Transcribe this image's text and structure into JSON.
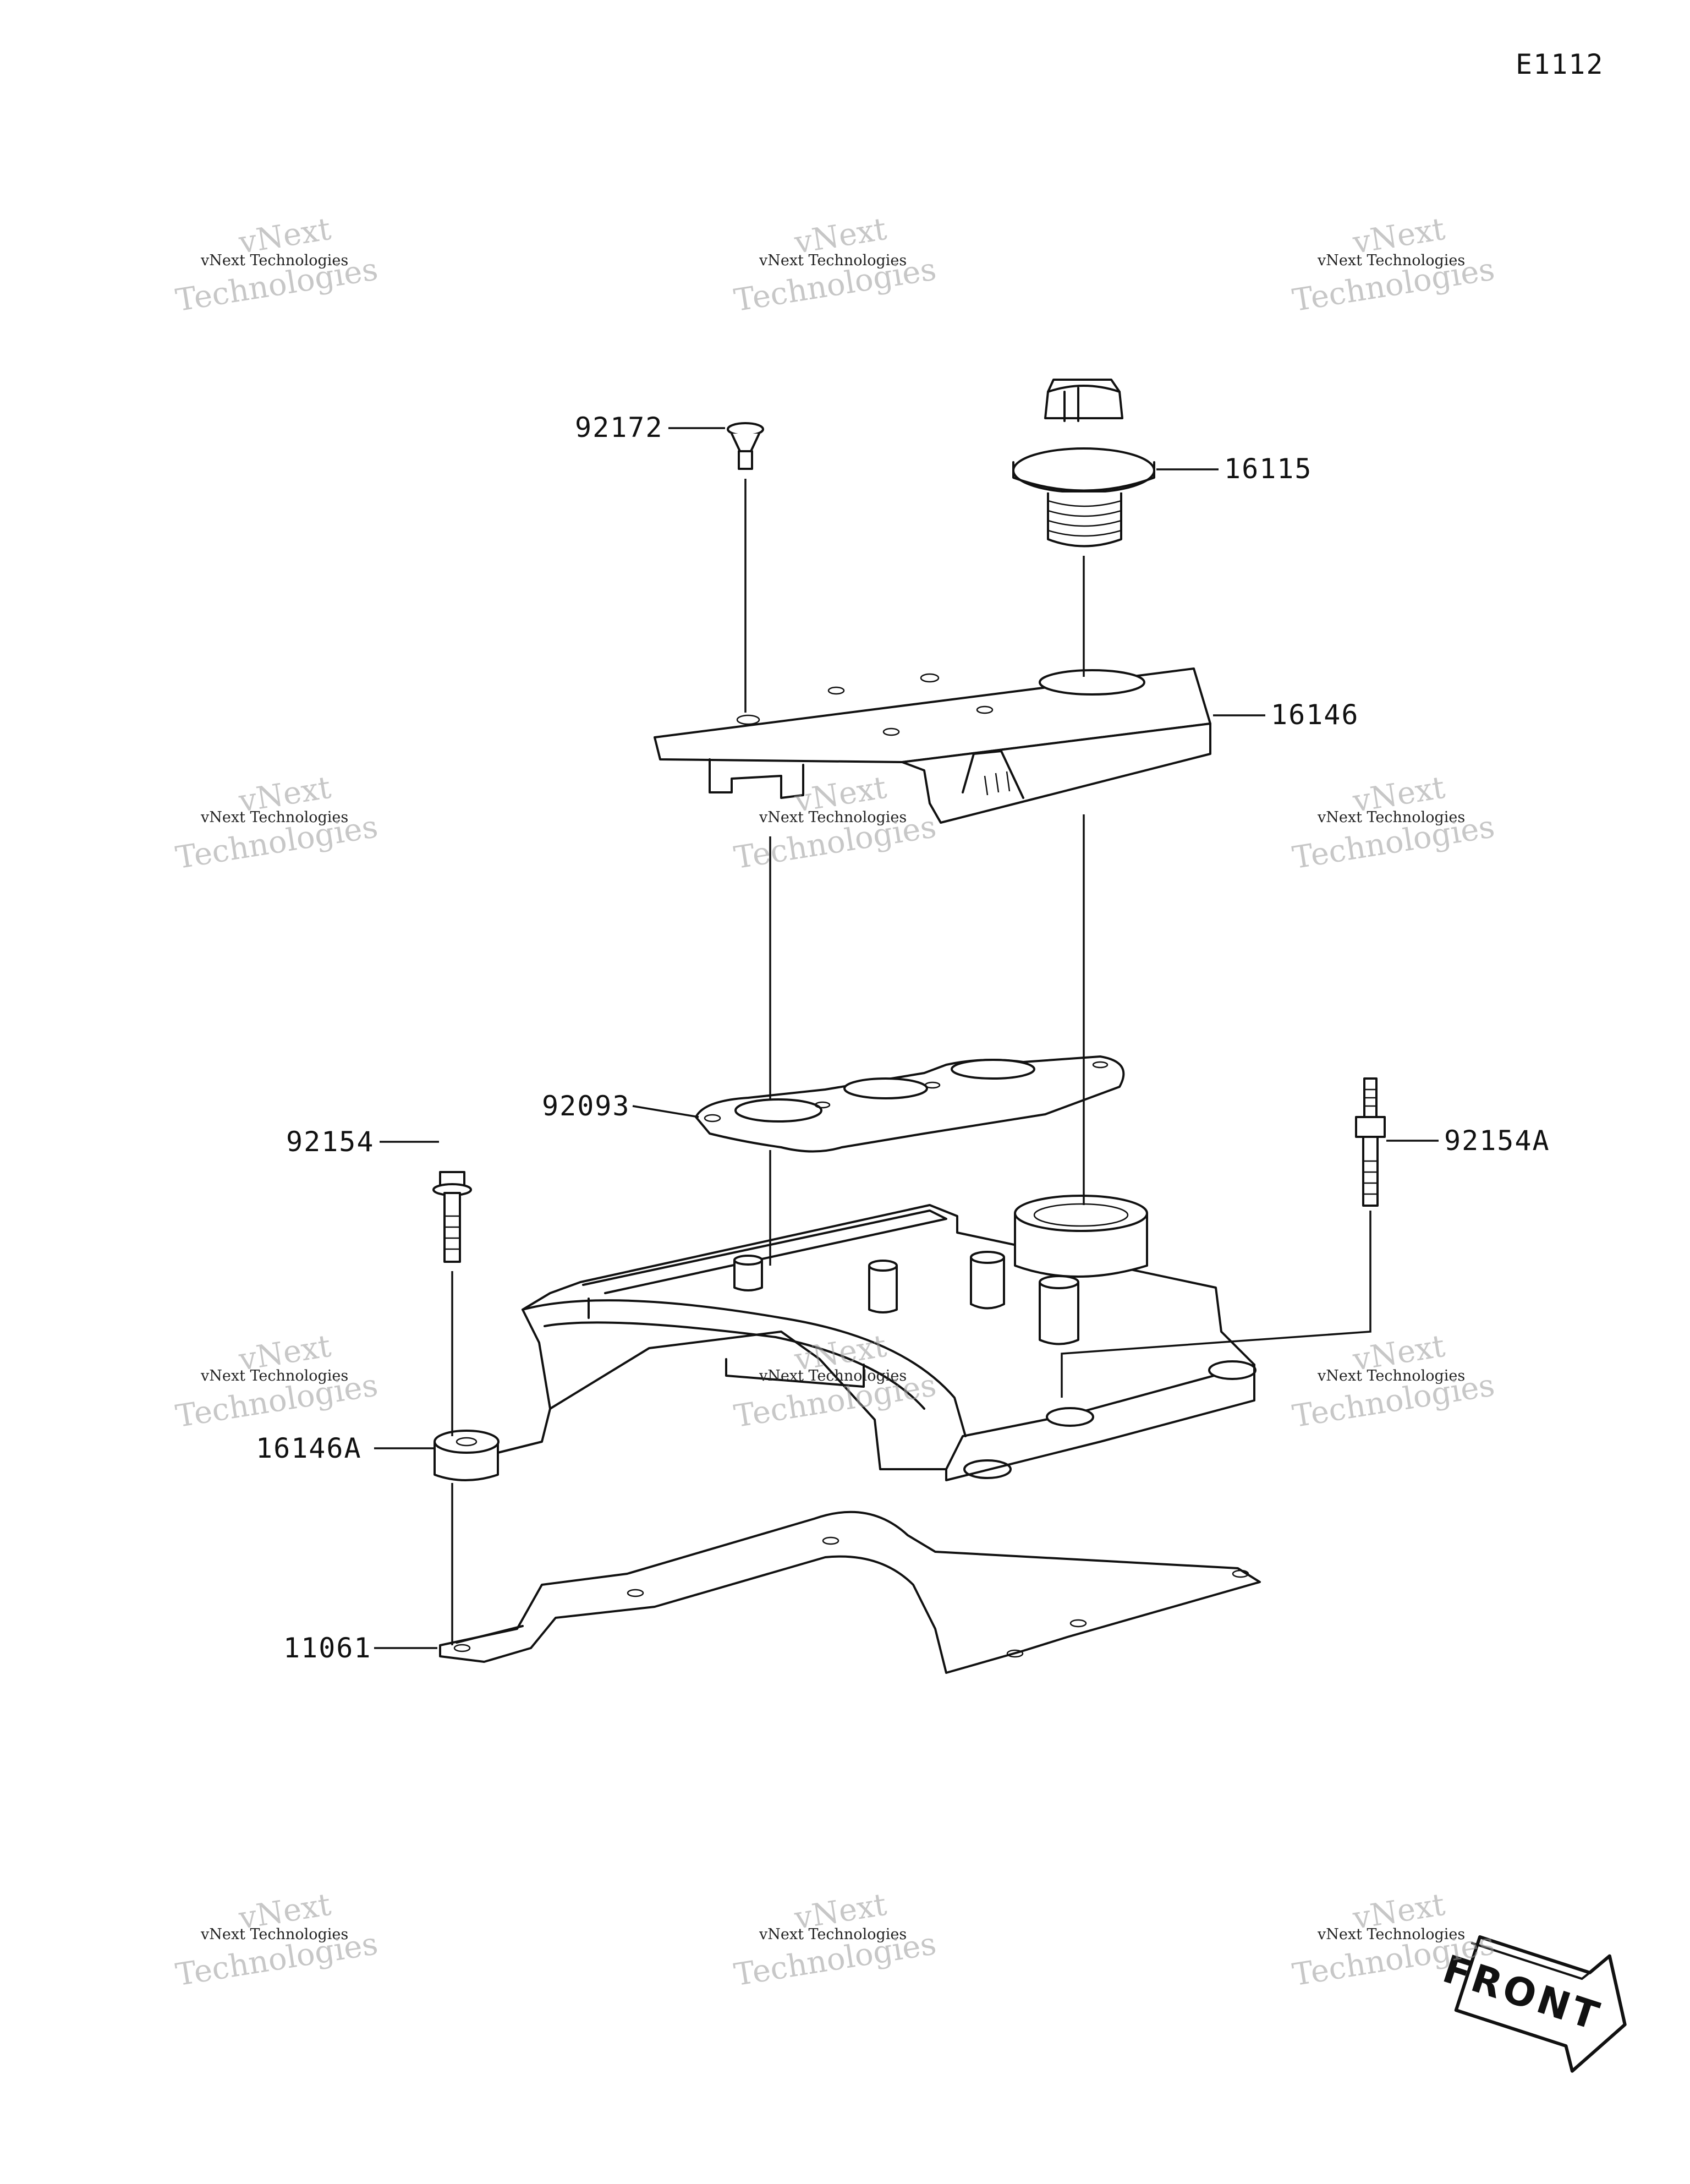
{
  "diagram_code": "E1112",
  "parts": [
    {
      "id": "bolt_top",
      "label": "92172"
    },
    {
      "id": "oil_cap",
      "label": "16115"
    },
    {
      "id": "cover_plate",
      "label": "16146"
    },
    {
      "id": "plug_seal",
      "label": "92093"
    },
    {
      "id": "bolt_left",
      "label": "92154"
    },
    {
      "id": "stud_right",
      "label": "92154A"
    },
    {
      "id": "head_cover",
      "label": "16146A"
    },
    {
      "id": "gasket",
      "label": "11061"
    }
  ],
  "watermark": {
    "primary": "vNext",
    "secondary": "Technologies",
    "caption": "vNext Technologies"
  },
  "front_badge": "FRONT",
  "colors": {
    "line": "#111111",
    "watermark": "#9a9a9a",
    "background": "#ffffff"
  }
}
